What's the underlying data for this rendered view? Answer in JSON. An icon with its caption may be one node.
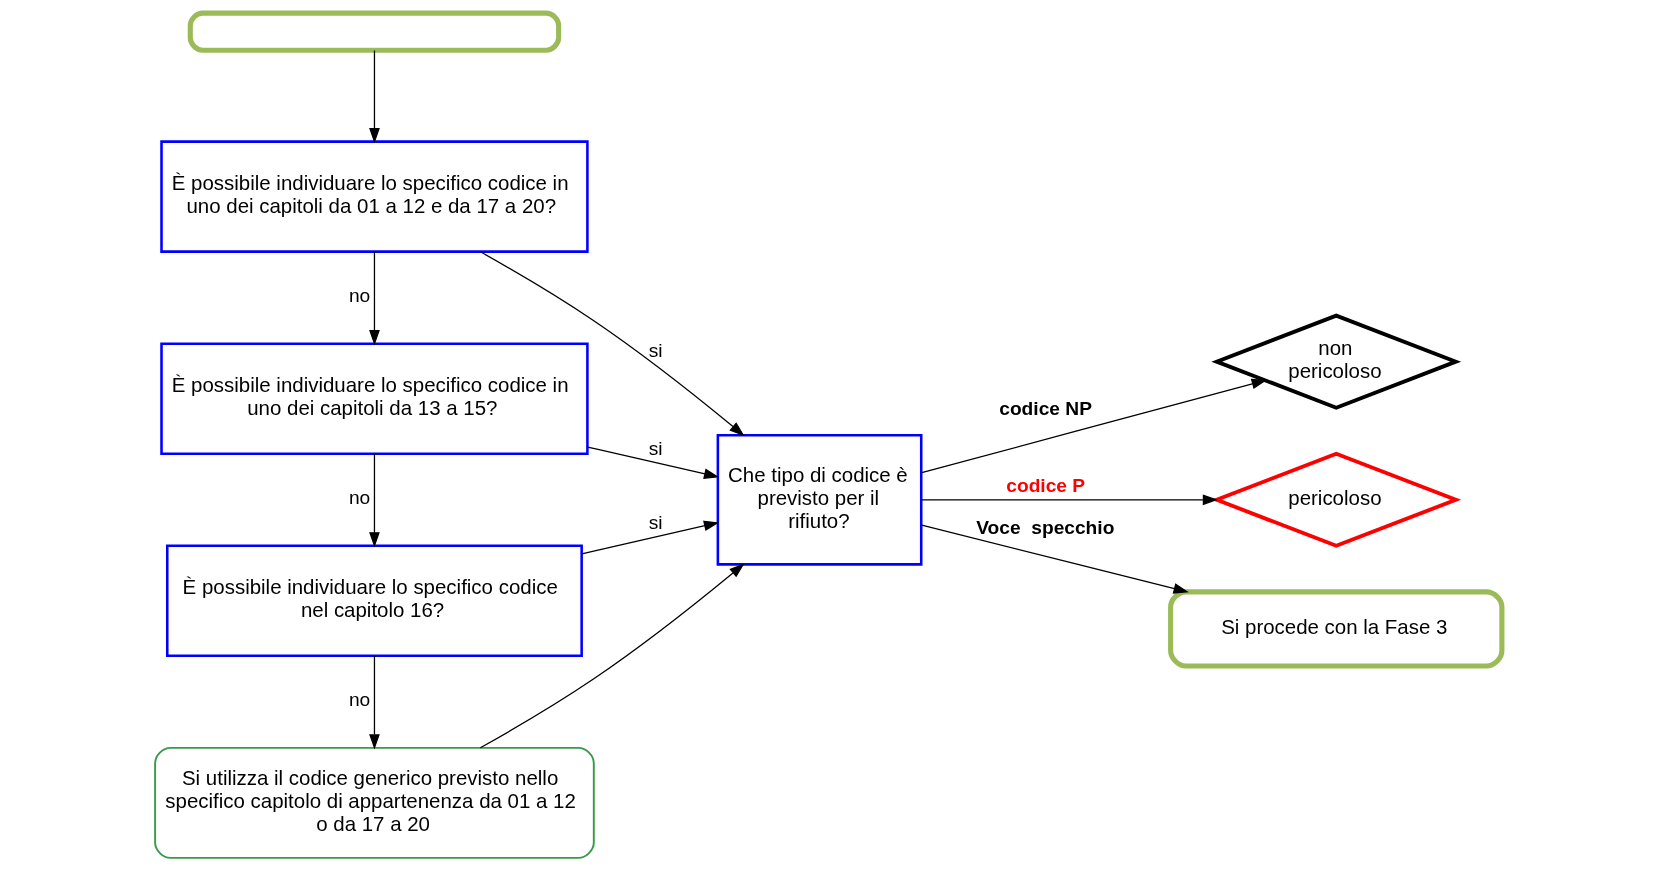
{
  "diagram": {
    "nodes": [
      {
        "text": [],
        "shape": "box"
      },
      {
        "text": [
          "È possibile individuare lo specifico codice in uno dei capitoli da 01 a 12 e da 17 a 20?"
        ]
      },
      {
        "text": [
          "È possibile individuare lo specifico codice in uno dei capitoli da 13 a 15?"
        ]
      },
      {
        "text": [
          "È possibile individuare lo specifico codice nel capitolo 16?"
        ]
      },
      {
        "text": [
          "Si utilizza il codice generico previsto nello specifico capitolo di appartenenza da 01 a 12 o da 17 a 20"
        ]
      },
      {
        "text": [
          "Che tipo di codice è previsto per il rifiuto?"
        ]
      },
      {
        "text": [
          "non pericoloso"
        ]
      },
      {
        "text": [
          "pericoloso"
        ]
      },
      {
        "text": [
          "Si procede con la Fase 3"
        ]
      }
    ],
    "edges": [
      {
        "from": 0,
        "to": 1,
        "arrow": "to"
      },
      {
        "from": 1,
        "to": 2,
        "arrow": "to",
        "label": "no"
      },
      {
        "from": 2,
        "to": 3,
        "arrow": "to",
        "label": "no"
      },
      {
        "from": 3,
        "to": 4,
        "arrow": "to",
        "label": "no"
      },
      {
        "from": 1,
        "to": 5,
        "arrow": "to",
        "label": "si"
      },
      {
        "from": 2,
        "to": 5,
        "arrow": "to",
        "label": "si"
      },
      {
        "from": 3,
        "to": 5,
        "arrow": "to",
        "label": "si"
      },
      {
        "from": 4,
        "to": 5,
        "arrow": "to"
      },
      {
        "from": 5,
        "to": 6,
        "arrow": "to",
        "label": "codice NP"
      },
      {
        "from": 5,
        "to": 7,
        "arrow": "to",
        "label": "codice P"
      },
      {
        "from": 5,
        "to": 8,
        "arrow": "to",
        "label": "Voce  specchio"
      }
    ]
  }
}
